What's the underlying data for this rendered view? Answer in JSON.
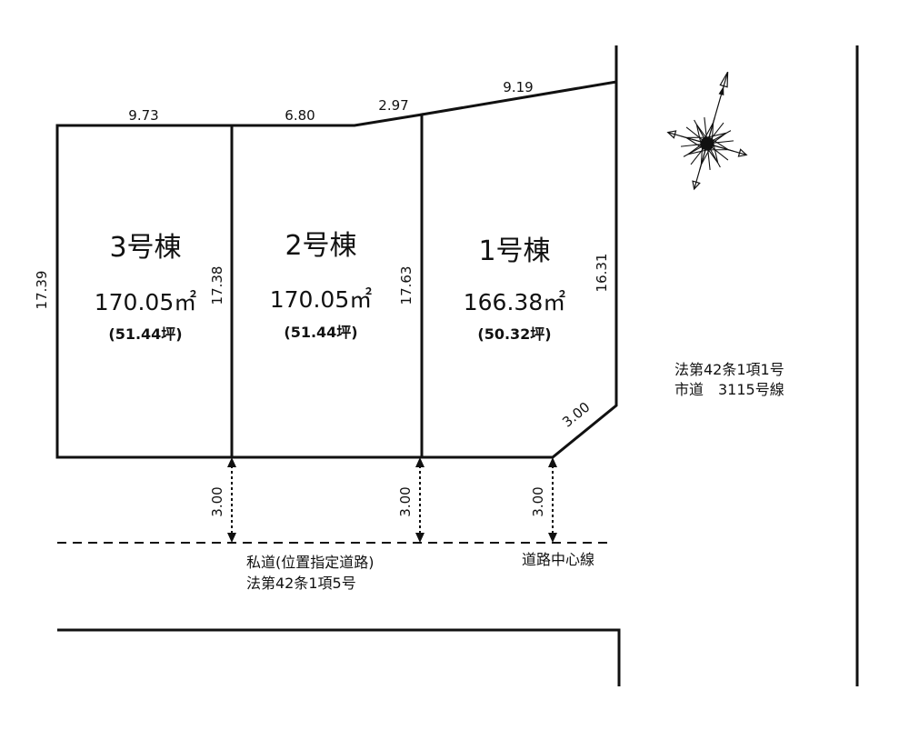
{
  "lots": [
    {
      "name": "3号棟",
      "area": "170.05㎡",
      "tsubo": "(51.44坪)"
    },
    {
      "name": "2号棟",
      "area": "170.05㎡",
      "tsubo": "(51.44坪)"
    },
    {
      "name": "1号棟",
      "area": "166.38㎡",
      "tsubo": "(50.32坪)"
    }
  ],
  "dimensions": {
    "top_lot3": "9.73",
    "top_lot2": "6.80",
    "top_lot1_a": "2.97",
    "top_lot1_b": "9.19",
    "left_lot3": "17.39",
    "side_lot3_lot2": "17.38",
    "side_lot2_lot1": "17.63",
    "right_lot1": "16.31",
    "corner_cut": "3.00",
    "setback_1": "3.00",
    "setback_2": "3.00",
    "setback_3": "3.00"
  },
  "roads": {
    "east_line1": "法第42条1項1号",
    "east_line2": "市道　3115号線",
    "private_line1": "私道(位置指定道路)",
    "private_line2": "法第42条1項5号",
    "center_label": "道路中心線"
  },
  "icons": {
    "compass": "compass-rose-icon"
  }
}
